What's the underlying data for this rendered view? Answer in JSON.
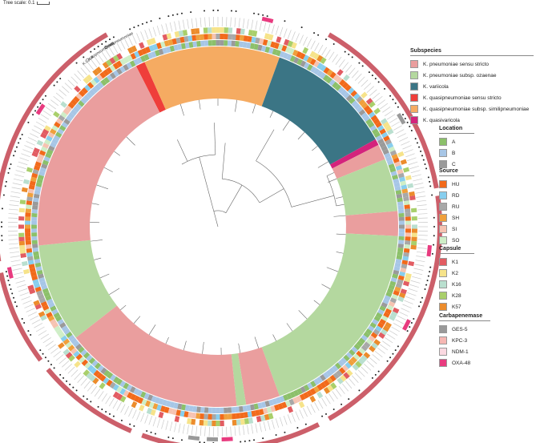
{
  "scale": {
    "label": "Tree scale: 0.1"
  },
  "colors": {
    "kp": "#ea9e9e",
    "ozaenae": "#b4d89f",
    "variicola": "#3b7585",
    "quasi_ss": "#ef3e3a",
    "simili": "#f5ab62",
    "quasivari": "#d4237c",
    "locA": "#8cc06a",
    "locB": "#a7c6e6",
    "locC": "#9a9a9a",
    "HU": "#f26a1b",
    "RD": "#87ceee",
    "RU": "#a8a8a8",
    "SH": "#f0a03c",
    "SI": "#f6c3b1",
    "SO": "#cfeec7",
    "K1": "#e25c62",
    "K2": "#f6e38a",
    "K16": "#b9dfcf",
    "K28": "#a9cf6b",
    "K57": "#ec8c2c",
    "GES5": "#999999",
    "KPC3": "#f6b7b3",
    "NDM1": "#fbd9e1",
    "OXA48": "#e83b7f",
    "outer_ring": "#cc5f6a"
  },
  "legends": {
    "subspecies": {
      "title": "Subspecies",
      "items": [
        {
          "label": "K. pneumoniae sensu stricto",
          "color": "#ea9e9e"
        },
        {
          "label": "K. pneumoniae subsp. ozaenae",
          "color": "#b4d89f"
        },
        {
          "label": "K. variicola",
          "color": "#3b7585"
        },
        {
          "label": "K. quasipneumoniae sensu stricto",
          "color": "#ef3e3a"
        },
        {
          "label": "K. quasipneumoniae subsp. similipneumoniae",
          "color": "#f5ab62"
        },
        {
          "label": "K. quasivaricola",
          "color": "#d4237c"
        }
      ]
    },
    "location": {
      "title": "Location",
      "items": [
        {
          "label": "A",
          "color": "#8cc06a"
        },
        {
          "label": "B",
          "color": "#a7c6e6"
        },
        {
          "label": "C",
          "color": "#9a9a9a"
        }
      ]
    },
    "source": {
      "title": "Source",
      "items": [
        {
          "label": "HU",
          "color": "#f26a1b"
        },
        {
          "label": "RD",
          "color": "#87ceee"
        },
        {
          "label": "RU",
          "color": "#a8a8a8"
        },
        {
          "label": "SH",
          "color": "#f0a03c"
        },
        {
          "label": "SI",
          "color": "#f6c3b1"
        },
        {
          "label": "SO",
          "color": "#cfeec7"
        }
      ]
    },
    "capsule": {
      "title": "Capsule",
      "items": [
        {
          "label": "K1",
          "color": "#e25c62"
        },
        {
          "label": "K2",
          "color": "#f6e38a"
        },
        {
          "label": "K16",
          "color": "#b9dfcf"
        },
        {
          "label": "K28",
          "color": "#a9cf6b"
        },
        {
          "label": "K57",
          "color": "#ec8c2c"
        }
      ]
    },
    "carbapenemase": {
      "title": "Carbapenemase",
      "items": [
        {
          "label": "GES-5",
          "color": "#999999"
        },
        {
          "label": "KPC-3",
          "color": "#f6b7b3"
        },
        {
          "label": "NDM-1",
          "color": "#fbd9e1"
        },
        {
          "label": "OXA-48",
          "color": "#e83b7f"
        }
      ]
    }
  },
  "clade_labels": [
    {
      "label": "K.I / K.II",
      "text": "K.I, K.II"
    },
    {
      "label": "Quasipneumoniae",
      "text": "Quasipneumoniae"
    },
    {
      "label": "Quasi",
      "text": "Quasi"
    },
    {
      "label": "Similipneumoniae",
      "text": "Similipneumoniae"
    }
  ],
  "subspecies_sectors": [
    {
      "name": "K. quasipneumoniae sensu stricto",
      "color": "#ef3e3a",
      "start": 243,
      "end": 246
    },
    {
      "name": "K. quasipneumoniae subsp. similipneumoniae",
      "color": "#f5ab62",
      "start": 246,
      "end": 290
    },
    {
      "name": "K. variicola",
      "color": "#3b7585",
      "start": 290,
      "end": 331
    },
    {
      "name": "K. quasivaricola",
      "color": "#d4237c",
      "start": 331,
      "end": 333
    },
    {
      "name": "K. pneumoniae sensu stricto",
      "color": "#ea9e9e",
      "start": 333,
      "end": 338
    },
    {
      "name": "K. pneumoniae subsp. ozaenae",
      "color": "#b4d89f",
      "start": 338,
      "end": 355
    },
    {
      "name": "K. pneumoniae sensu stricto",
      "color": "#ea9e9e",
      "start": 355,
      "end": 363
    },
    {
      "name": "K. pneumoniae subsp. ozaenae",
      "color": "#b4d89f",
      "start": 363,
      "end": 430
    },
    {
      "name": "K. pneumoniae sensu stricto",
      "color": "#ea9e9e",
      "start": 430,
      "end": 441
    },
    {
      "name": "K. pneumoniae subsp. ozaenae",
      "color": "#b4d89f",
      "start": 441,
      "end": 444
    },
    {
      "name": "K. pneumoniae sensu stricto",
      "color": "#ea9e9e",
      "start": 444,
      "end": 502
    },
    {
      "name": "K. pneumoniae subsp. ozaenae",
      "color": "#b4d89f",
      "start": 502,
      "end": 534
    },
    {
      "name": "K. pneumoniae sensu stricto",
      "color": "#ea9e9e",
      "start": 534,
      "end": 603
    }
  ],
  "carbapenemase_marks": [
    {
      "type": "OXA-48",
      "angle": 282
    },
    {
      "type": "OXA-48",
      "angle": 365
    },
    {
      "type": "OXA-48",
      "angle": 386
    },
    {
      "type": "OXA-48",
      "angle": 446
    },
    {
      "type": "OXA-48",
      "angle": 526
    },
    {
      "type": "OXA-48",
      "angle": 572
    },
    {
      "type": "GES-5",
      "angle": 450
    },
    {
      "type": "GES-5",
      "angle": 455
    },
    {
      "type": "GES-5",
      "angle": 328
    }
  ]
}
